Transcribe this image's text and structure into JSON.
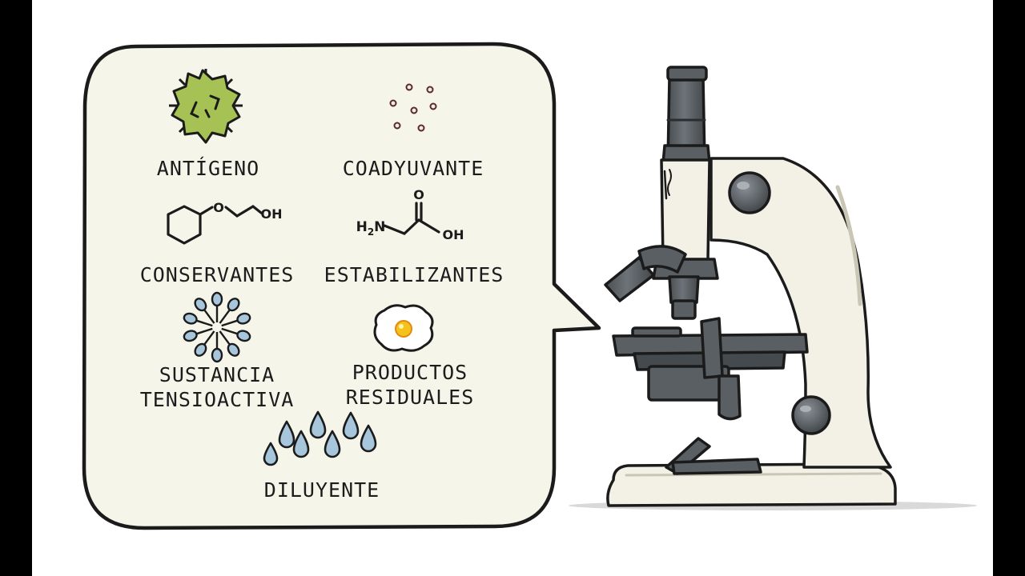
{
  "components": [
    {
      "id": "antigen",
      "label": "ANTÍGENO",
      "icon": "virus-icon"
    },
    {
      "id": "adjuvant",
      "label": "COADYUVANTE",
      "icon": "particles-icon"
    },
    {
      "id": "preservatives",
      "label": "CONSERVANTES",
      "icon": "phenoxyethanol-structure-icon"
    },
    {
      "id": "stabilizers",
      "label": "ESTABILIZANTES",
      "icon": "glycine-structure-icon"
    },
    {
      "id": "surfactant",
      "label_lines": [
        "SUSTANCIA",
        "TENSIOACTIVA"
      ],
      "icon": "micelle-icon"
    },
    {
      "id": "residuals",
      "label_lines": [
        "PRODUCTOS",
        "RESIDUALES"
      ],
      "icon": "fried-egg-icon"
    },
    {
      "id": "diluent",
      "label": "DILUYENTE",
      "icon": "water-drops-icon"
    }
  ],
  "chemistry": {
    "phenoxyethanol_group": "OH",
    "glycine_amine": "H2N",
    "glycine_carbonyl": "O",
    "glycine_hydroxyl": "OH"
  },
  "colors": {
    "bubble_fill": "#f6f5ea",
    "virus_green": "#a6c255",
    "drop_blue": "#a7c6dc",
    "microscope_body": "#f3f1e6",
    "microscope_dark": "#5a5f63",
    "egg_yolk": "#f5c21b"
  }
}
